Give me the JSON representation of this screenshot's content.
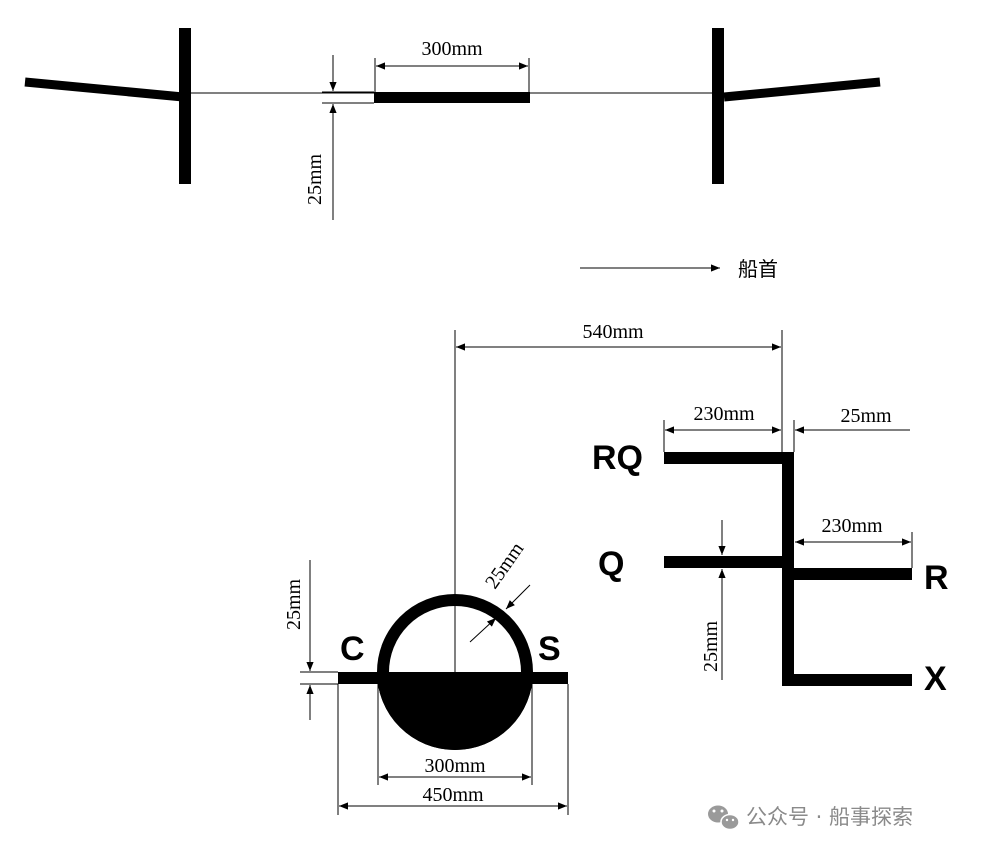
{
  "top_view": {
    "width_label": "300mm",
    "thickness_label": "25mm",
    "bow_direction_label": "船首"
  },
  "deck_line_mark": {
    "distance_label": "540mm",
    "ring_width_label": "25mm",
    "line_thickness_label": "25mm",
    "inner_diameter_label": "300mm",
    "line_length_label": "450mm",
    "letter_left": "C",
    "letter_right": "S"
  },
  "load_lines": {
    "rq_length_label": "230mm",
    "spacing_label": "25mm",
    "r_length_label": "230mm",
    "vertical_thickness_label": "25mm",
    "labels": [
      "RQ",
      "Q",
      "R",
      "X"
    ]
  },
  "watermark": {
    "text": "公众号 · 船事探索",
    "icon": "wechat-icon"
  },
  "colors": {
    "ink": "#000000",
    "watermark": "#8a8a8a"
  }
}
